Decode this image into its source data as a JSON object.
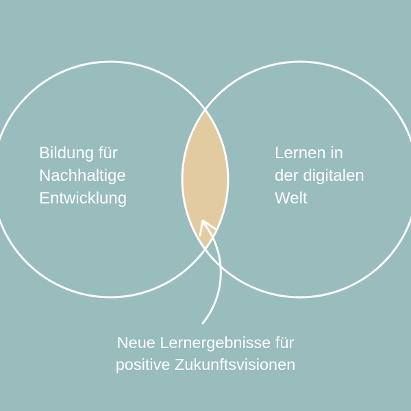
{
  "diagram": {
    "left_circle": {
      "lines": [
        "Bildung für",
        "Nachhaltige",
        "Entwicklung"
      ]
    },
    "right_circle": {
      "lines": [
        "Lernen in",
        "der digitalen",
        "Welt"
      ]
    },
    "intersection_callout": {
      "lines": [
        "Neue Lernergebnisse für",
        "positive Zukunftsvisionen"
      ]
    }
  },
  "colors": {
    "background": "#99bcbd",
    "circle_stroke": "#ffffff",
    "intersection_fill": "#e3cba1",
    "text": "#ffffff"
  }
}
